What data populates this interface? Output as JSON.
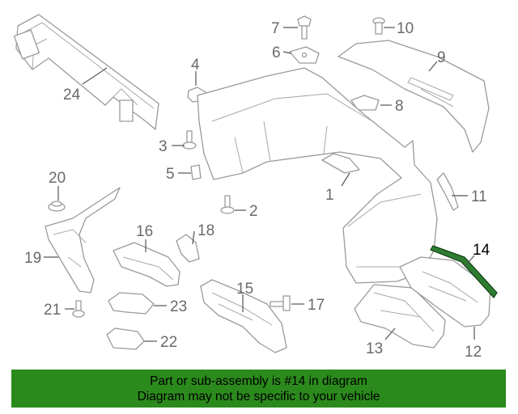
{
  "callouts": {
    "c1": "1",
    "c2": "2",
    "c3": "3",
    "c4": "4",
    "c5": "5",
    "c6": "6",
    "c7": "7",
    "c8": "8",
    "c9": "9",
    "c10": "10",
    "c11": "11",
    "c12": "12",
    "c13": "13",
    "c14": "14",
    "c15": "15",
    "c16": "16",
    "c17": "17",
    "c18": "18",
    "c19": "19",
    "c20": "20",
    "c21": "21",
    "c22": "22",
    "c23": "23",
    "c24": "24"
  },
  "highlighted_part": "14",
  "banner": {
    "line1": "Part or sub-assembly is #14 in diagram",
    "line2": "Diagram may not be specific to your vehicle"
  },
  "colors": {
    "banner_background": "#2b8a1c",
    "highlight_part": "#2e7d32"
  }
}
